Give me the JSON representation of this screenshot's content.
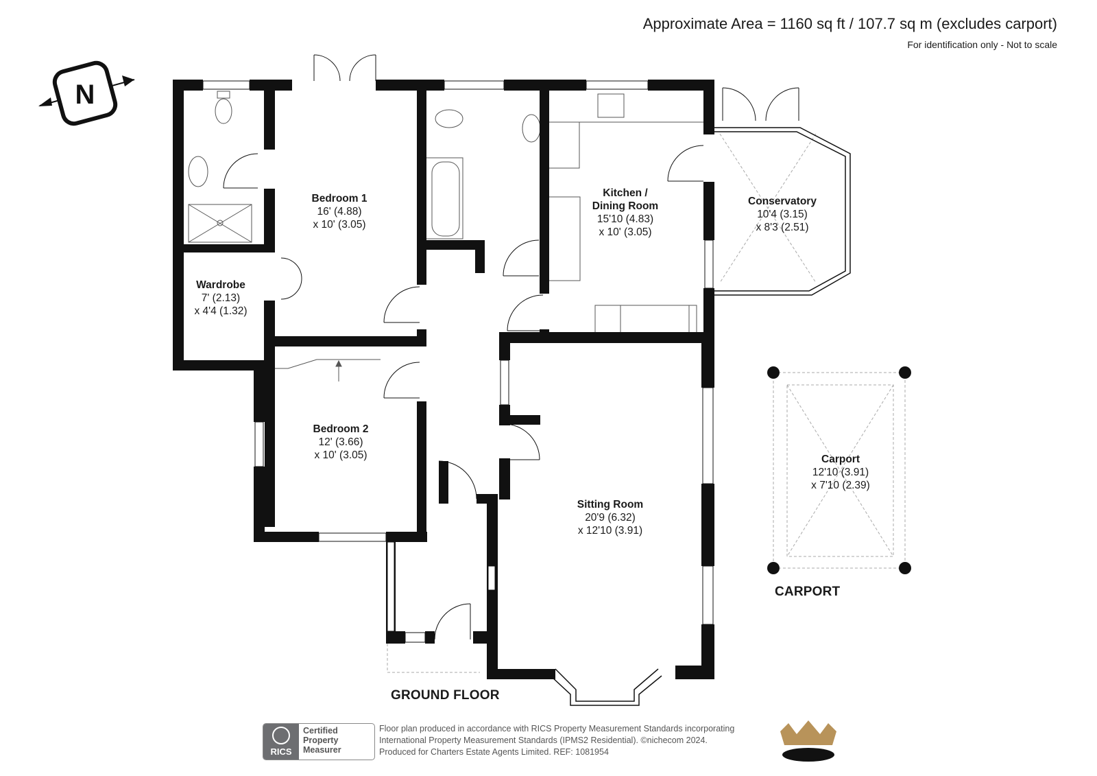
{
  "header": {
    "area": "Approximate Area = 1160 sq ft / 107.7 sq m (excludes carport)",
    "note": "For identification only - Not to scale"
  },
  "compass": {
    "letter": "N"
  },
  "rooms": {
    "bedroom1": {
      "name": "Bedroom 1",
      "dim1": "16' (4.88)",
      "dim2": "x 10' (3.05)"
    },
    "kitchen": {
      "name1": "Kitchen /",
      "name2": "Dining Room",
      "dim1": "15'10 (4.83)",
      "dim2": "x 10' (3.05)"
    },
    "conservatory": {
      "name": "Conservatory",
      "dim1": "10'4 (3.15)",
      "dim2": "x 8'3 (2.51)"
    },
    "wardrobe": {
      "name": "Wardrobe",
      "dim1": "7' (2.13)",
      "dim2": "x 4'4 (1.32)"
    },
    "bedroom2": {
      "name": "Bedroom 2",
      "dim1": "12' (3.66)",
      "dim2": "x 10' (3.05)"
    },
    "sitting": {
      "name": "Sitting Room",
      "dim1": "20'9 (6.32)",
      "dim2": "x 12'10 (3.91)"
    },
    "carport": {
      "name": "Carport",
      "dim1": "12'10 (3.91)",
      "dim2": "x 7'10 (2.39)"
    }
  },
  "labels": {
    "ground_floor": "GROUND FLOOR",
    "carport": "CARPORT"
  },
  "rics_badge": {
    "brand": "RICS",
    "line1": "Certified",
    "line2": "Property",
    "line3": "Measurer"
  },
  "footer": {
    "line1": "Floor plan produced in accordance with RICS Property Measurement Standards incorporating",
    "line2": "International Property Measurement Standards (IPMS2 Residential).  ©nichecom 2024.",
    "line3": "Produced for Charters Estate Agents Limited.   REF:  1081954"
  },
  "colors": {
    "wall": "#111111",
    "fixture": "#555555",
    "crown_gold": "#b8935a"
  }
}
